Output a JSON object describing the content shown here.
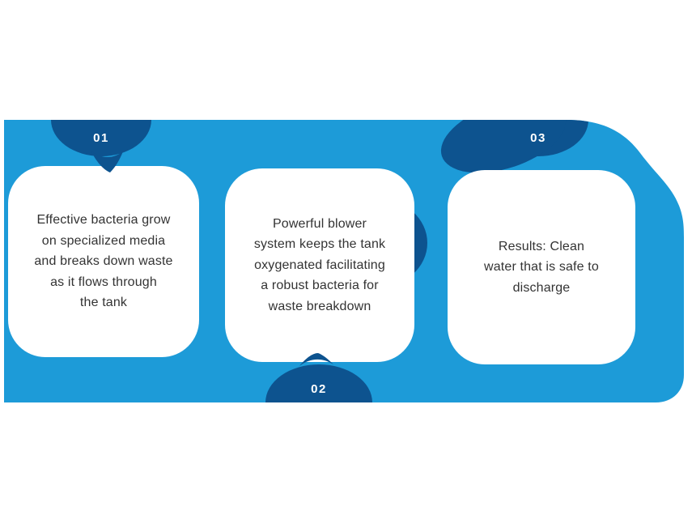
{
  "palette": {
    "band": "#1D9BD8",
    "badge": "#0D538F",
    "card": "#FFFFFF",
    "text": "#333333",
    "number": "#FFFFFF"
  },
  "steps": [
    {
      "number": "01",
      "lines": [
        "Effective bacteria grow",
        "on specialized media",
        "and breaks down waste",
        "as it flows through",
        "the tank"
      ]
    },
    {
      "number": "02",
      "lines": [
        "Powerful blower",
        "system keeps the tank",
        "oxygenated facilitating",
        "a robust bacteria for",
        "waste breakdown"
      ]
    },
    {
      "number": "03",
      "lines": [
        "Results: Clean",
        "water that is safe to",
        "discharge"
      ]
    }
  ]
}
